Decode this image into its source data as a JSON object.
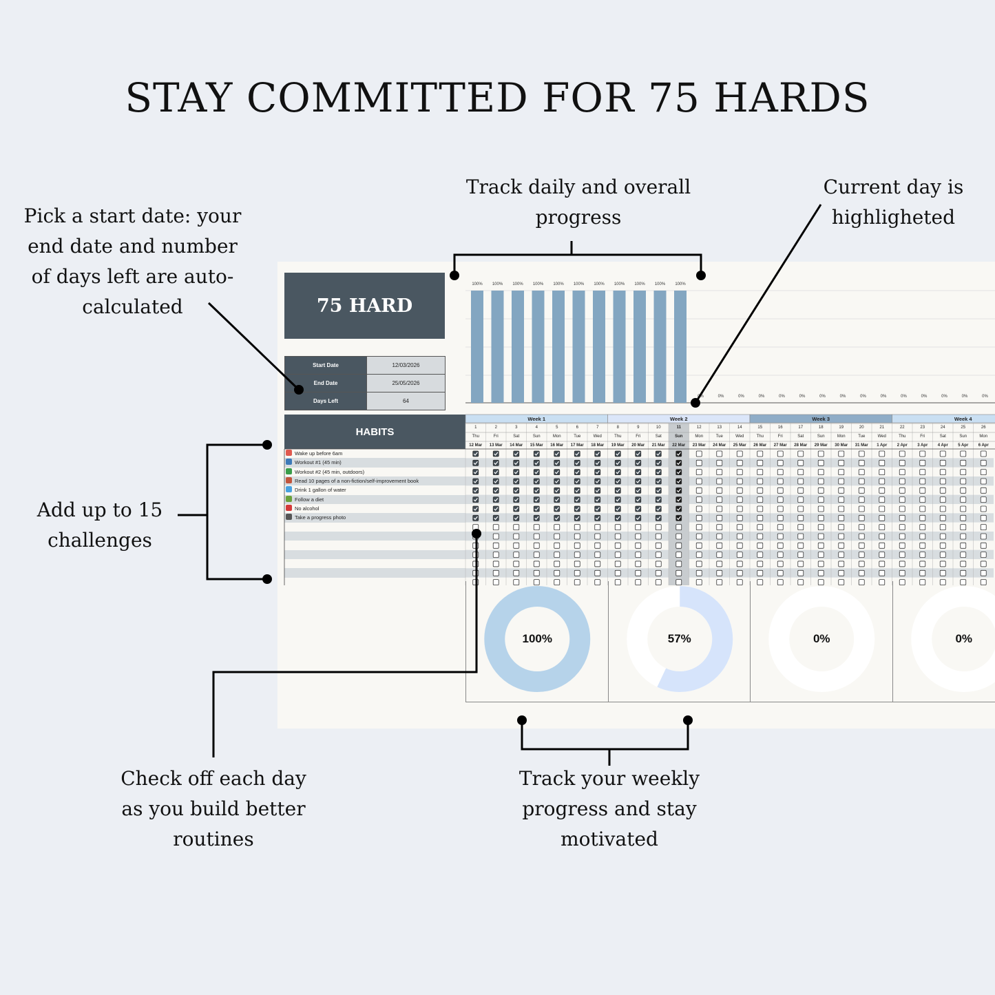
{
  "title": "STAY COMMITTED FOR 75 HARDS",
  "callouts": {
    "start_date": "Pick a start date: your end date and number of days left are auto-calculated",
    "track_daily": "Track daily and overall progress",
    "current_day": "Current day is highligheted",
    "add_challenges": "Add up to 15 challenges",
    "check_off": "Check off each day as you build better routines",
    "weekly": "Track your weekly progress and stay motivated"
  },
  "sheet": {
    "logo": "75 HARD",
    "info": [
      {
        "label": "Start Date",
        "value": "12/03/2026"
      },
      {
        "label": "End Date",
        "value": "25/05/2026"
      },
      {
        "label": "Days Left",
        "value": "64"
      }
    ],
    "habits_header": "HABITS",
    "habits": [
      {
        "name": "Wake up before 6am",
        "icon_color": "#e05a4f",
        "icon": "alarm-clock-icon"
      },
      {
        "name": "Workout #1 (45 min)",
        "icon_color": "#3d7ab8",
        "icon": "dumbbell-icon"
      },
      {
        "name": "Workout #2 (45 min, outdoors)",
        "icon_color": "#3a9d4a",
        "icon": "tree-icon"
      },
      {
        "name": "Read 10 pages of a non-fiction/self-improvement book",
        "icon_color": "#c2553c",
        "icon": "books-icon"
      },
      {
        "name": "Drink 1 gallon of water",
        "icon_color": "#47a2e0",
        "icon": "droplet-icon"
      },
      {
        "name": "Follow a diet",
        "icon_color": "#6aa13b",
        "icon": "salad-icon"
      },
      {
        "name": "No alcohol",
        "icon_color": "#d43a3a",
        "icon": "prohibited-icon"
      },
      {
        "name": "Take a progress photo",
        "icon_color": "#555555",
        "icon": "camera-icon"
      }
    ],
    "weeks": [
      "Week 1",
      "Week 2",
      "Week 3",
      "Week 4"
    ],
    "days": [
      {
        "n": "1",
        "dow": "Thu",
        "date": "12 Mar"
      },
      {
        "n": "2",
        "dow": "Fri",
        "date": "13 Mar"
      },
      {
        "n": "3",
        "dow": "Sat",
        "date": "14 Mar"
      },
      {
        "n": "4",
        "dow": "Sun",
        "date": "15 Mar"
      },
      {
        "n": "5",
        "dow": "Mon",
        "date": "16 Mar"
      },
      {
        "n": "6",
        "dow": "Tue",
        "date": "17 Mar"
      },
      {
        "n": "7",
        "dow": "Wed",
        "date": "18 Mar"
      },
      {
        "n": "8",
        "dow": "Thu",
        "date": "19 Mar"
      },
      {
        "n": "9",
        "dow": "Fri",
        "date": "20 Mar"
      },
      {
        "n": "10",
        "dow": "Sat",
        "date": "21 Mar"
      },
      {
        "n": "11",
        "dow": "Sun",
        "date": "22 Mar"
      },
      {
        "n": "12",
        "dow": "Mon",
        "date": "23 Mar"
      },
      {
        "n": "13",
        "dow": "Tue",
        "date": "24 Mar"
      },
      {
        "n": "14",
        "dow": "Wed",
        "date": "25 Mar"
      },
      {
        "n": "15",
        "dow": "Thu",
        "date": "26 Mar"
      },
      {
        "n": "16",
        "dow": "Fri",
        "date": "27 Mar"
      },
      {
        "n": "17",
        "dow": "Sat",
        "date": "28 Mar"
      },
      {
        "n": "18",
        "dow": "Sun",
        "date": "29 Mar"
      },
      {
        "n": "19",
        "dow": "Mon",
        "date": "30 Mar"
      },
      {
        "n": "20",
        "dow": "Tue",
        "date": "31 Mar"
      },
      {
        "n": "21",
        "dow": "Wed",
        "date": "1 Apr"
      },
      {
        "n": "22",
        "dow": "Thu",
        "date": "2 Apr"
      },
      {
        "n": "23",
        "dow": "Fri",
        "date": "3 Apr"
      },
      {
        "n": "24",
        "dow": "Sat",
        "date": "4 Apr"
      },
      {
        "n": "25",
        "dow": "Sun",
        "date": "5 Apr"
      },
      {
        "n": "26",
        "dow": "Mon",
        "date": "6 Apr"
      }
    ],
    "current_day_index": 10,
    "completed_days": 11,
    "weekly_progress": [
      {
        "label": "100%",
        "value": 1.0,
        "color": "#b6d3ea"
      },
      {
        "label": "57%",
        "value": 0.57,
        "color": "#d6e4fb"
      },
      {
        "label": "0%",
        "value": 0,
        "color": "#d6e4fb"
      },
      {
        "label": "0%",
        "value": 0,
        "color": "#d6e4fb"
      }
    ],
    "daily_bar_color": "#83a6c1",
    "week_colors": [
      "#c9dff2",
      "#dbe6f9",
      "#8fadc7",
      "#c9dff2"
    ]
  },
  "chart_data": {
    "type": "bar",
    "categories": [
      "1",
      "2",
      "3",
      "4",
      "5",
      "6",
      "7",
      "8",
      "9",
      "10",
      "11",
      "12",
      "13",
      "14",
      "15",
      "16",
      "17",
      "18",
      "19",
      "20",
      "21",
      "22",
      "23",
      "24",
      "25",
      "26"
    ],
    "values": [
      100,
      100,
      100,
      100,
      100,
      100,
      100,
      100,
      100,
      100,
      100,
      0,
      0,
      0,
      0,
      0,
      0,
      0,
      0,
      0,
      0,
      0,
      0,
      0,
      0,
      0
    ],
    "data_labels": [
      "100%",
      "100%",
      "100%",
      "100%",
      "100%",
      "100%",
      "100%",
      "100%",
      "100%",
      "100%",
      "100%",
      "0%",
      "0%",
      "0%",
      "0%",
      "0%",
      "0%",
      "0%",
      "0%",
      "0%",
      "0%",
      "0%",
      "0%",
      "0%",
      "0%",
      "0%"
    ],
    "ylim": [
      0,
      100
    ]
  }
}
